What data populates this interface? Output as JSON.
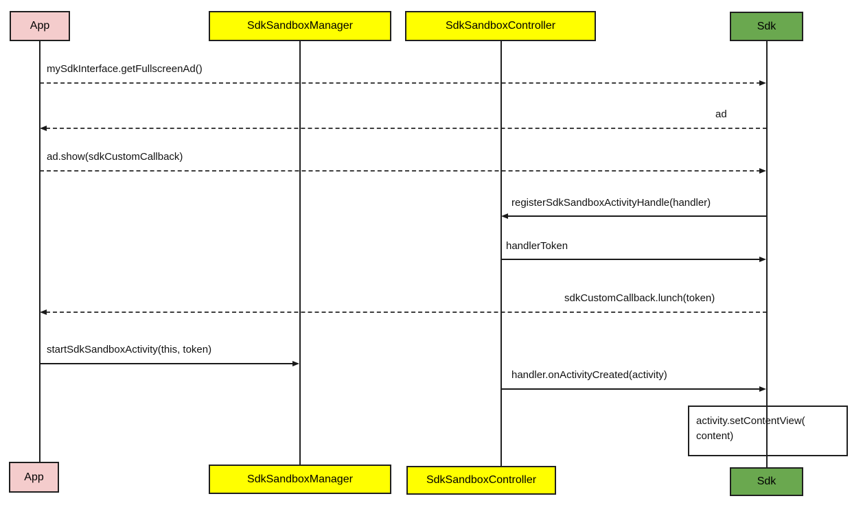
{
  "diagram": {
    "type": "sequence-diagram",
    "actors": [
      {
        "label": "App",
        "fill": "#f4cccc"
      },
      {
        "label": "SdkSandboxManager",
        "fill": "#ffff00"
      },
      {
        "label": "SdkSandboxController",
        "fill": "#ffff00"
      },
      {
        "label": "Sdk",
        "fill": "#6aa84f"
      }
    ],
    "messages": [
      {
        "label": "mySdkInterface.getFullscreenAd()",
        "from": "App",
        "to": "Sdk",
        "line": "dashed"
      },
      {
        "label": "ad",
        "from": "Sdk",
        "to": "App",
        "line": "dashed"
      },
      {
        "label": "ad.show(sdkCustomCallback)",
        "from": "App",
        "to": "Sdk",
        "line": "dashed"
      },
      {
        "label": "registerSdkSandboxActivityHandle(handler)",
        "from": "Sdk",
        "to": "SdkSandboxController",
        "line": "solid"
      },
      {
        "label": "handlerToken",
        "from": "SdkSandboxController",
        "to": "Sdk",
        "line": "solid"
      },
      {
        "label": "sdkCustomCallback.lunch(token)",
        "from": "Sdk",
        "to": "App",
        "line": "dashed"
      },
      {
        "label": "startSdkSandboxActivity(this, token)",
        "from": "App",
        "to": "SdkSandboxManager",
        "line": "solid"
      },
      {
        "label": "handler.onActivityCreated(activity)",
        "from": "SdkSandboxController",
        "to": "Sdk",
        "line": "solid"
      }
    ],
    "note": {
      "lines": [
        "activity.setContentView(",
        "content)"
      ]
    },
    "colors": {
      "background": "#ffffff",
      "actor_border": "#1f1f1f",
      "line": "#1a1a1a",
      "pink": "#f4cccc",
      "yellow": "#ffff00",
      "green": "#6aa84f"
    }
  }
}
